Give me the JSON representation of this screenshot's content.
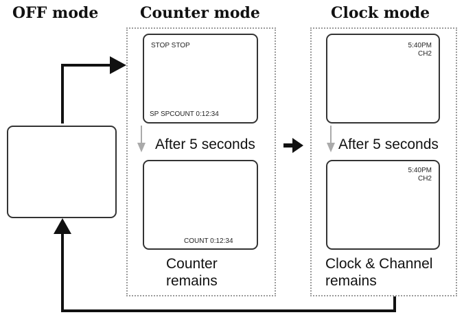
{
  "headings": {
    "off": "OFF mode",
    "counter": "Counter mode",
    "clock": "Clock mode"
  },
  "counter_mode": {
    "screen1_top": "STOP STOP",
    "screen1_bottom": "SP SPCOUNT  0:12:34",
    "transition": "After 5 seconds",
    "screen2_bottom": "COUNT  0:12:34",
    "caption_line1": "Counter",
    "caption_line2": "remains"
  },
  "clock_mode": {
    "screen1_time": "5:40PM",
    "screen1_channel": "CH2",
    "transition": "After 5 seconds",
    "screen2_time": "5:40PM",
    "screen2_channel": "CH2",
    "caption_line1": "Clock & Channel",
    "caption_line2": "remains"
  },
  "colors": {
    "arrow": "#111111",
    "transition_arrow": "#aaaaaa",
    "group_border": "#9a9a9a"
  }
}
